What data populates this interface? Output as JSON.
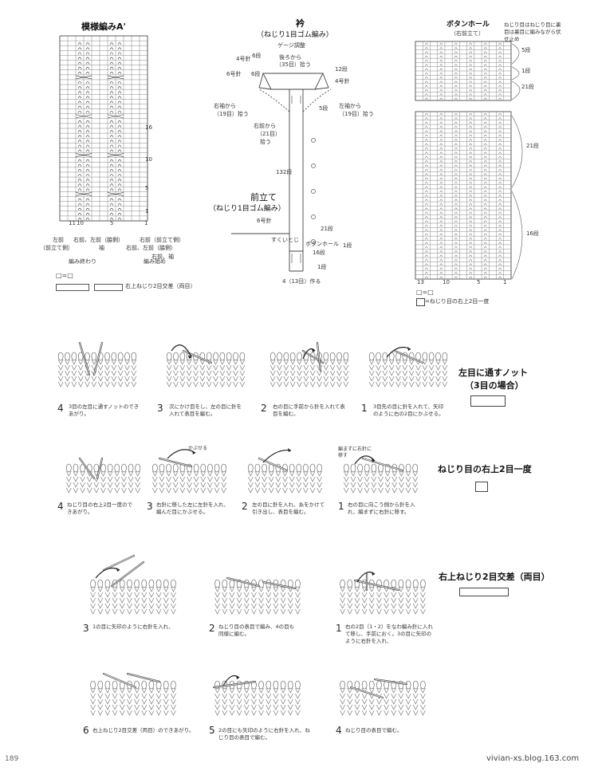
{
  "chart_a": {
    "title": "模様編みA'",
    "row_labels": [
      "16",
      "10",
      "5",
      "1"
    ],
    "col_labels": [
      "11",
      "10",
      "5",
      "1"
    ],
    "note_left_1": "左前",
    "note_left_2": "（前立て側）",
    "note_left_3": "右前、左前（脇側）",
    "note_left_4": "袖",
    "note_right_1": "右前（前立て側）",
    "note_right_2": "右前、左前（脇側）",
    "note_right_3": "右前、袖",
    "end_label": "編み終わり",
    "start_label": "編み始め",
    "legend_1": "□=□",
    "legend_2": "右上ねじり2目交差（両目）"
  },
  "collar": {
    "title": "衿",
    "subtitle": "（ねじり1目ゴム編み）",
    "gauge": "ゲージ調整",
    "back": "後ろから",
    "back_pick": "（35目）拾う",
    "l_4rows": "4号針",
    "l_6rows": "6段",
    "l_6needle": "6号針",
    "l_6rows2": "6段",
    "r_12rows": "12段",
    "r_4needle": "4号針",
    "r_sleeve": "左袖から",
    "r_sleeve_pick": "（19目）拾う",
    "l_sleeve": "右袖から",
    "l_sleeve_pick": "（19目）拾う",
    "r_5rows": "5段",
    "front_from": "右前から",
    "front_pick": "（21目）",
    "front_pick2": "拾う",
    "num_132": "132段",
    "band_title": "前立て",
    "band_sub": "（ねじり1目ゴム編み）",
    "band_needle": "6号針",
    "band_21": "21段",
    "band_buttonhole": "ボタンホール",
    "band_1": "1段",
    "band_16": "16段",
    "band_1b": "1段",
    "band_slip": "すくいとじ",
    "band_cast": "4（13目）作る"
  },
  "buttonhole": {
    "title": "ボタンホール",
    "subtitle": "（右前立て）",
    "note": "ねじり目はねじり目に裏目は裏目に編みながら伏せ止め",
    "r1": "5段",
    "r2": "1段",
    "r3": "21段",
    "r4": "21段",
    "r5": "16段",
    "cols": [
      "13",
      "10",
      "5",
      "1"
    ],
    "legend_1": "□=□",
    "legend_2": "=ねじり目の右上2目一度"
  },
  "knot": {
    "title": "左目に通すノット",
    "subtitle": "（3目の場合）",
    "steps": [
      {
        "num": "4",
        "text": "3目の左目に通すノットのできあがり。"
      },
      {
        "num": "3",
        "text": "次にかけ目をし、左の目に針を入れて表目を編む。"
      },
      {
        "num": "2",
        "text": "右の目に手前から針を入れて表目を編む。"
      },
      {
        "num": "1",
        "text": "3目先の目に針を入れて、矢印のように右の2目にかぶせる。"
      }
    ]
  },
  "twist2": {
    "title": "ねじり目の右上2目一度",
    "label_cover": "かぶせる",
    "label_nokni": "編まずに右針に移す",
    "steps": [
      {
        "num": "4",
        "text": "ねじり目の右上2目一度のできあがり。"
      },
      {
        "num": "3",
        "text": "右針に移した左に左針を入れ、編んだ目にかぶせる。"
      },
      {
        "num": "2",
        "text": "左の目に針を入れ、糸をかけて引き出し、表目を編む。"
      },
      {
        "num": "1",
        "text": "右の目に向こう側から針を入れ、編まずに右針に移す。"
      }
    ]
  },
  "cross": {
    "title": "右上ねじり2目交差（両目）",
    "steps_top": [
      {
        "num": "3",
        "text": "1の目に矢印のように右針を入れ、"
      },
      {
        "num": "2",
        "text": "ねじり目の表目で編み、4の目も同様に編む。"
      },
      {
        "num": "1",
        "text": "右の2目（1・2）をなわ編み針に入れて移し、手前におく。3の目に矢印のように右針を入れ、"
      }
    ],
    "steps_bottom": [
      {
        "num": "6",
        "text": "右上ねじり2目交差（両目）のできあがり。"
      },
      {
        "num": "5",
        "text": "2の目にも矢印のように右針を入れ、ねじり目の表目で編む。"
      },
      {
        "num": "4",
        "text": "ねじり目の表目で編む。"
      }
    ]
  },
  "footer": {
    "page": "189",
    "site": "vivian-xs.blog.163.com"
  }
}
